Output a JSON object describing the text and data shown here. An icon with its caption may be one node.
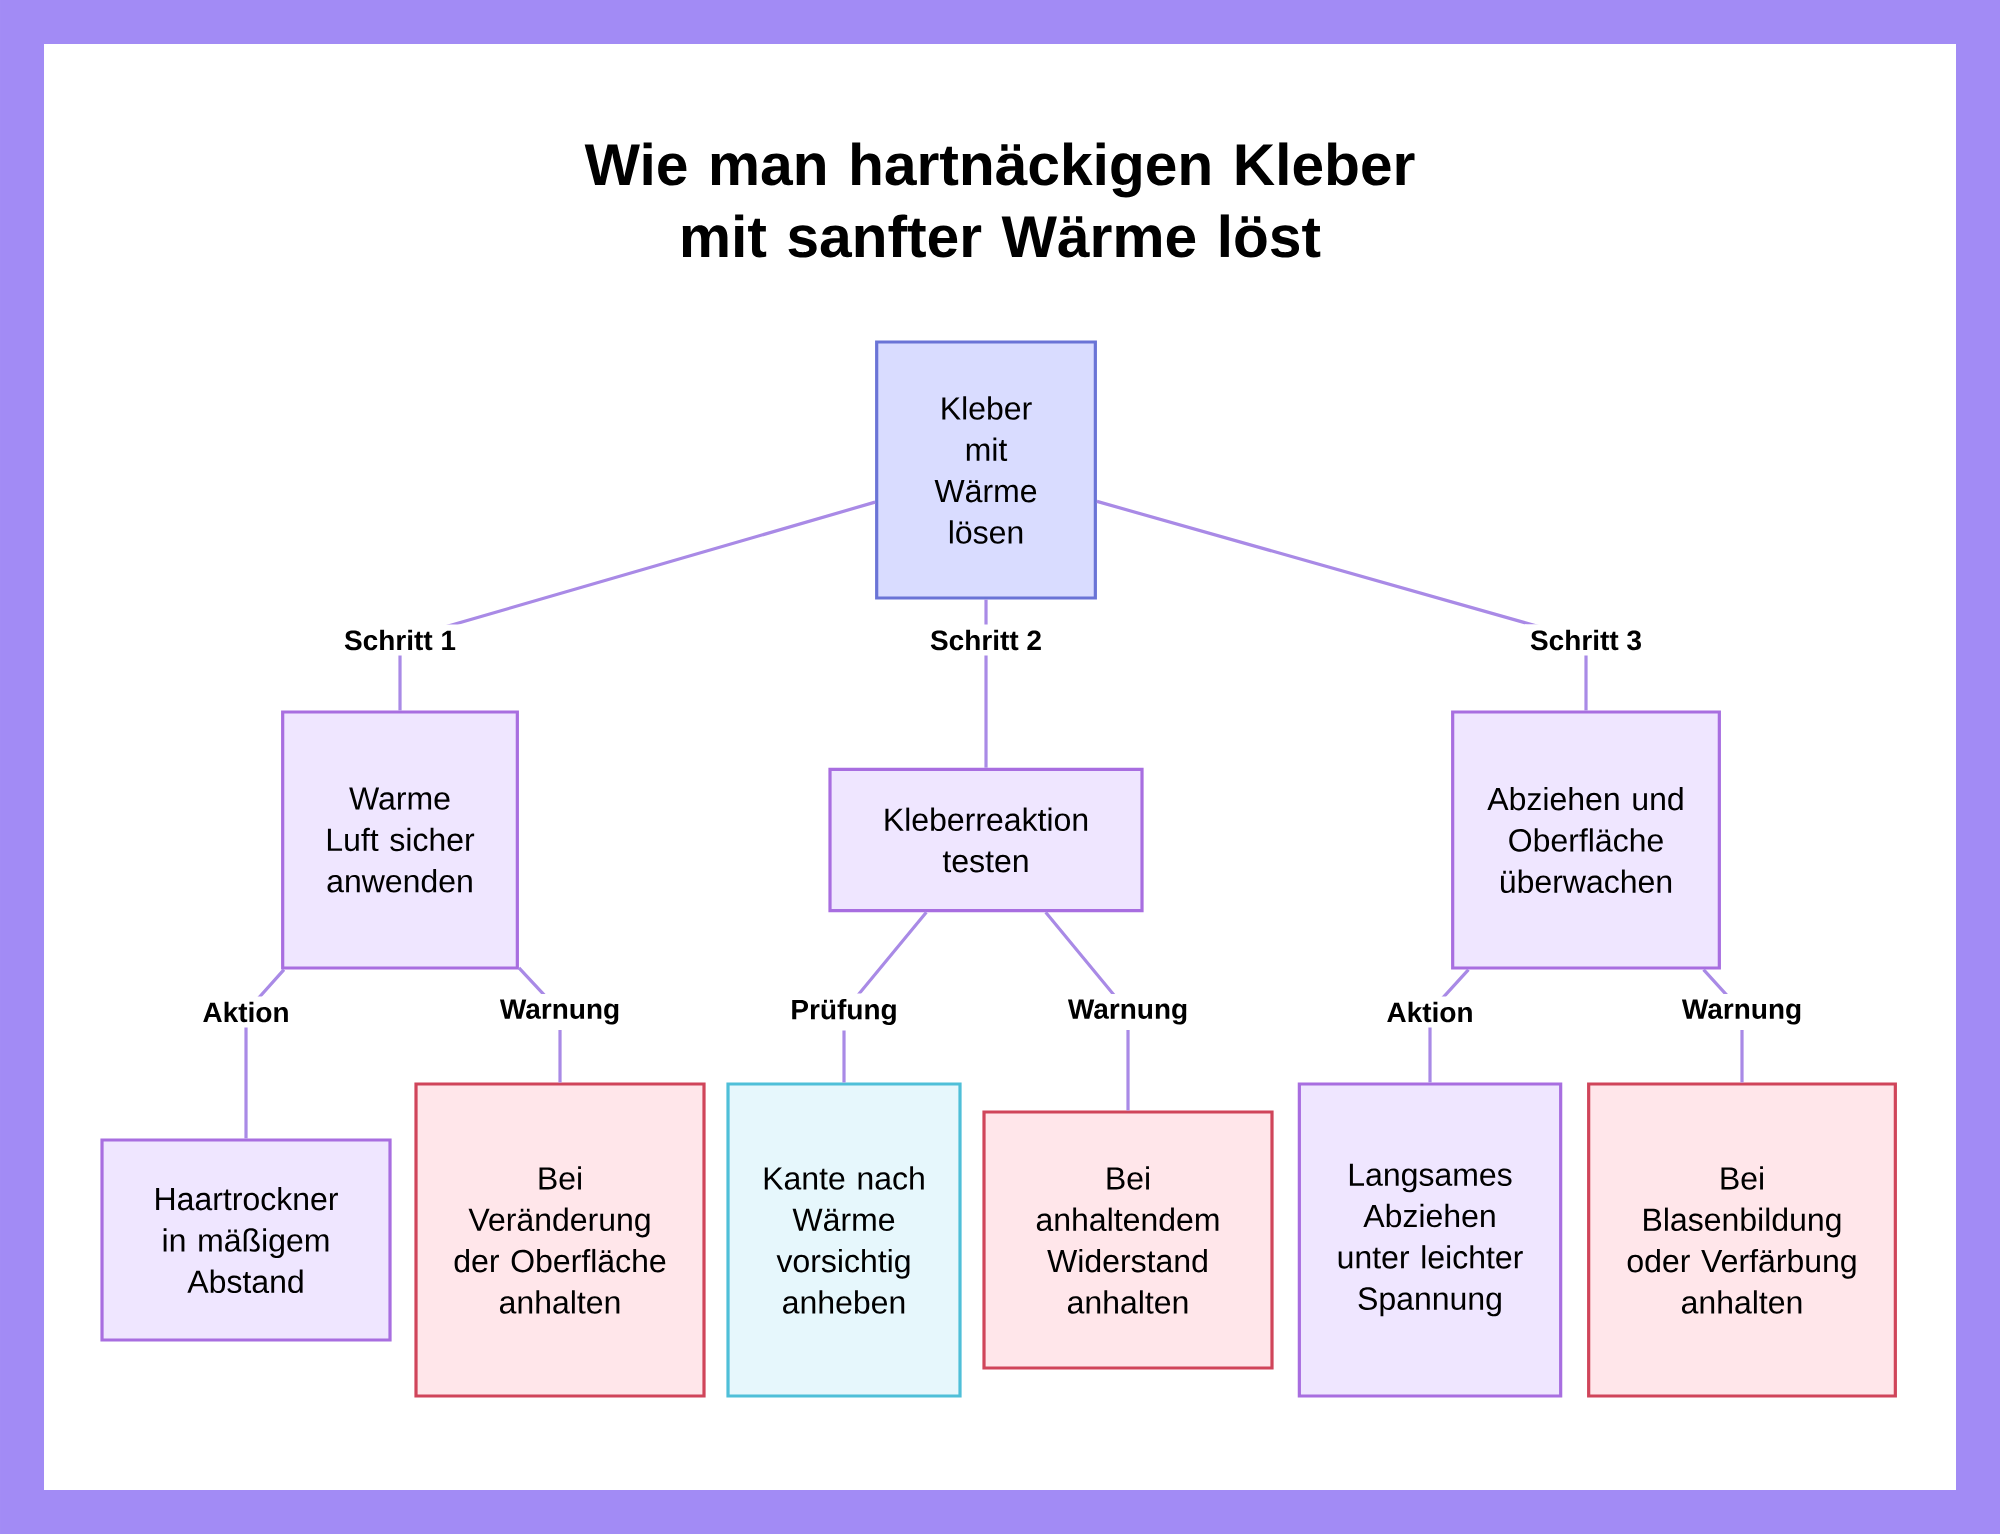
{
  "diagram": {
    "title": "Wie man hartnäckigen Kleber mit sanfter Wärme löst",
    "nodes": [
      {
        "text": [
          "Kleber mit Wärme lösen"
        ]
      },
      {
        "text": [
          "Warme Luft sicher anwenden"
        ]
      },
      {
        "text": [
          "Kleberreaktion testen"
        ]
      },
      {
        "text": [
          "Abziehen und Oberfläche überwachen"
        ]
      },
      {
        "text": [
          "Haartrockner in mäßigem Abstand"
        ]
      },
      {
        "text": [
          "Bei Veränderung der Oberfläche anhalten"
        ]
      },
      {
        "text": [
          "Kante nach Wärme vorsichtig anheben"
        ]
      },
      {
        "text": [
          "Bei anhaltendem Widerstand anhalten"
        ]
      },
      {
        "text": [
          "Langsames Abziehen unter leichter Spannung"
        ]
      },
      {
        "text": [
          "Bei Blasenbildung oder Verfärbung anhalten"
        ]
      }
    ],
    "edges": [
      {
        "from": 0,
        "to": 1,
        "arrow": "none",
        "label": "Schritt 1"
      },
      {
        "from": 0,
        "to": 2,
        "arrow": "none",
        "label": "Schritt 2"
      },
      {
        "from": 0,
        "to": 3,
        "arrow": "none",
        "label": "Schritt 3"
      },
      {
        "from": 1,
        "to": 4,
        "arrow": "none",
        "label": "Aktion"
      },
      {
        "from": 1,
        "to": 5,
        "arrow": "none",
        "label": "Warnung"
      },
      {
        "from": 2,
        "to": 6,
        "arrow": "none",
        "label": "Prüfung"
      },
      {
        "from": 2,
        "to": 7,
        "arrow": "none",
        "label": "Warnung"
      },
      {
        "from": 3,
        "to": 8,
        "arrow": "none",
        "label": "Aktion"
      },
      {
        "from": 3,
        "to": 9,
        "arrow": "none",
        "label": "Warnung"
      }
    ]
  }
}
